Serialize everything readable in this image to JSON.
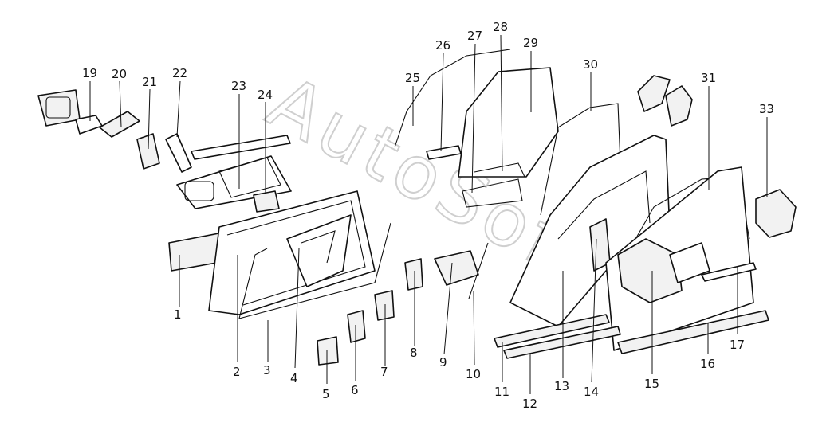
{
  "watermark": {
    "text": "AutoSoft"
  },
  "callouts": [
    {
      "id": "1",
      "label": "1"
    },
    {
      "id": "2",
      "label": "2"
    },
    {
      "id": "3",
      "label": "3"
    },
    {
      "id": "4",
      "label": "4"
    },
    {
      "id": "5",
      "label": "5"
    },
    {
      "id": "6",
      "label": "6"
    },
    {
      "id": "7",
      "label": "7"
    },
    {
      "id": "8",
      "label": "8"
    },
    {
      "id": "9",
      "label": "9"
    },
    {
      "id": "10",
      "label": "10"
    },
    {
      "id": "11",
      "label": "11"
    },
    {
      "id": "12",
      "label": "12"
    },
    {
      "id": "13",
      "label": "13"
    },
    {
      "id": "14",
      "label": "14"
    },
    {
      "id": "15",
      "label": "15"
    },
    {
      "id": "16",
      "label": "16"
    },
    {
      "id": "17",
      "label": "17"
    },
    {
      "id": "19",
      "label": "19"
    },
    {
      "id": "20",
      "label": "20"
    },
    {
      "id": "21",
      "label": "21"
    },
    {
      "id": "22",
      "label": "22"
    },
    {
      "id": "23",
      "label": "23"
    },
    {
      "id": "24",
      "label": "24"
    },
    {
      "id": "25",
      "label": "25"
    },
    {
      "id": "26",
      "label": "26"
    },
    {
      "id": "27",
      "label": "27"
    },
    {
      "id": "28",
      "label": "28"
    },
    {
      "id": "29",
      "label": "29"
    },
    {
      "id": "30",
      "label": "30"
    },
    {
      "id": "31",
      "label": "31"
    },
    {
      "id": "33",
      "label": "33"
    }
  ]
}
